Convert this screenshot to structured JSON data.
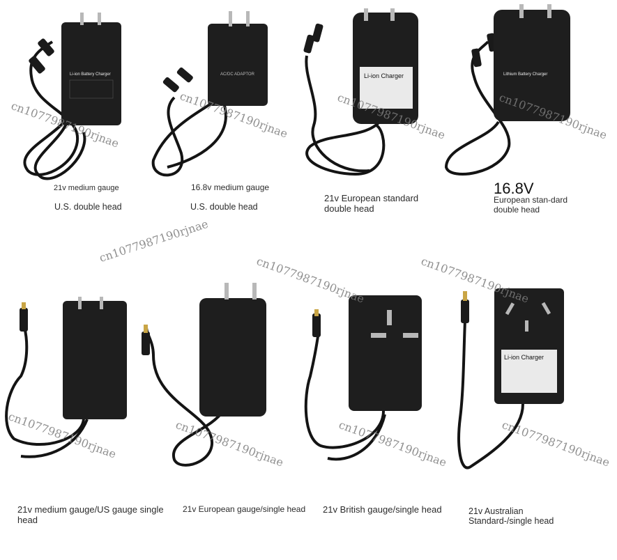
{
  "products": [
    {
      "id": "p1",
      "title": "21v medium gauge",
      "subtitle": "U.S. double head",
      "plug": "us",
      "heads": 2,
      "label": "Li-ion Battery Charger"
    },
    {
      "id": "p2",
      "title": "16.8v medium gauge",
      "subtitle": "U.S. double head",
      "plug": "us",
      "heads": 2,
      "label": "AC/DC ADAPTOR"
    },
    {
      "id": "p3",
      "title": "",
      "subtitle": "21v European standard double head",
      "plug": "eu",
      "heads": 2,
      "label": "Li-ion Charger"
    },
    {
      "id": "p4",
      "title": "16.8V",
      "subtitle": "European stan-dard double head",
      "plug": "eu",
      "heads": 2,
      "label": "Lithium Battery Charger"
    },
    {
      "id": "p5",
      "title": "",
      "subtitle": "21v medium gauge/US gauge single head",
      "plug": "us",
      "heads": 1,
      "label": ""
    },
    {
      "id": "p6",
      "title": "",
      "subtitle": "21v European gauge/single head",
      "plug": "eu",
      "heads": 1,
      "label": ""
    },
    {
      "id": "p7",
      "title": "",
      "subtitle": "21v British gauge/single head",
      "plug": "uk",
      "heads": 1,
      "label": ""
    },
    {
      "id": "p8",
      "title": "",
      "subtitle": "21v Australian Standard-/single head",
      "plug": "au",
      "heads": 1,
      "label": "Li-ion Charger"
    }
  ],
  "watermark": "cn1077987190rjnae",
  "colors": {
    "body": "#1e1e1e",
    "cable": "#141414",
    "label": "#eaeaea",
    "tip": "#c9a545"
  }
}
